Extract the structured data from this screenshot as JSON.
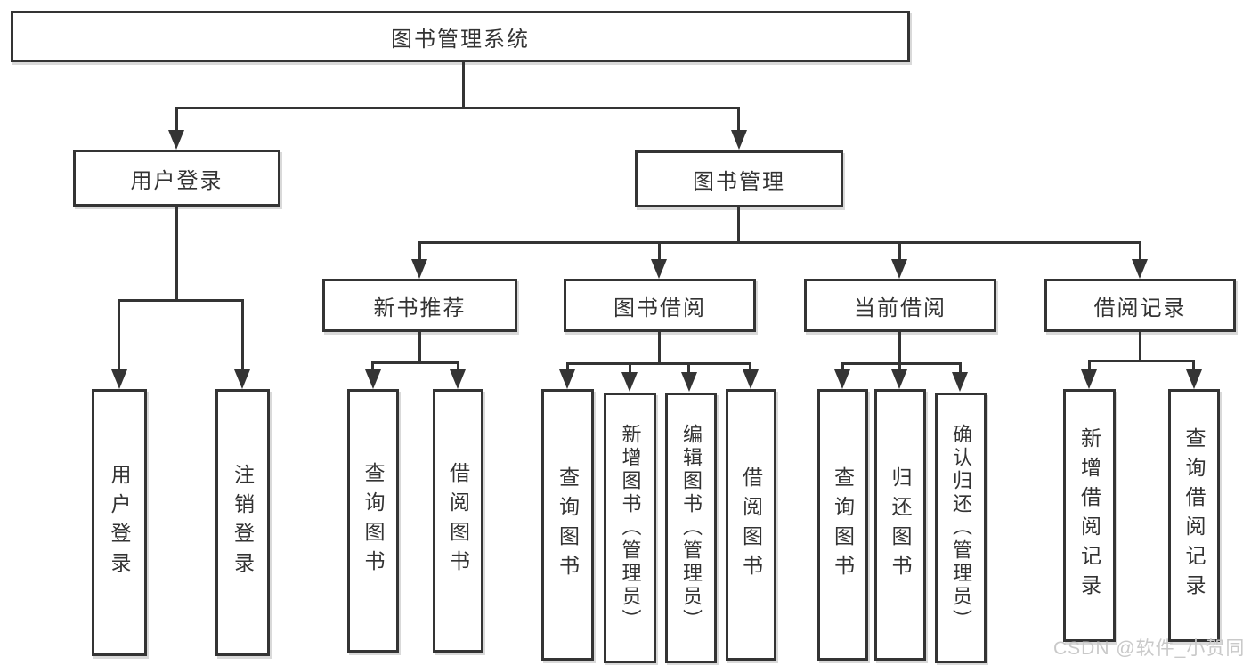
{
  "root": {
    "label": "图书管理系统"
  },
  "level2": [
    {
      "label": "用户登录"
    },
    {
      "label": "图书管理"
    }
  ],
  "level3": [
    {
      "label": "新书推荐"
    },
    {
      "label": "图书借阅"
    },
    {
      "label": "当前借阅"
    },
    {
      "label": "借阅记录"
    }
  ],
  "leaves": {
    "user_login": [
      {
        "label": "用户登录"
      },
      {
        "label": "注销登录"
      }
    ],
    "new_book_recommendation": [
      {
        "label": "查询图书"
      },
      {
        "label": "借阅图书"
      }
    ],
    "book_borrowing": [
      {
        "label": "查询图书"
      },
      {
        "label": "新增图书（管理员）"
      },
      {
        "label": "编辑图书（管理员）"
      },
      {
        "label": "借阅图书"
      }
    ],
    "current_borrowing": [
      {
        "label": "查询图书"
      },
      {
        "label": "归还图书"
      },
      {
        "label": "确认归还（管理员）"
      }
    ],
    "borrowing_records": [
      {
        "label": "新增借阅记录"
      },
      {
        "label": "查询借阅记录"
      }
    ]
  },
  "watermark": {
    "text": "CSDN @软件_小贺同学"
  },
  "colors": {
    "line": "#343434",
    "text": "#333333",
    "background": "#ffffff",
    "watermark": "#c9c9c9"
  }
}
